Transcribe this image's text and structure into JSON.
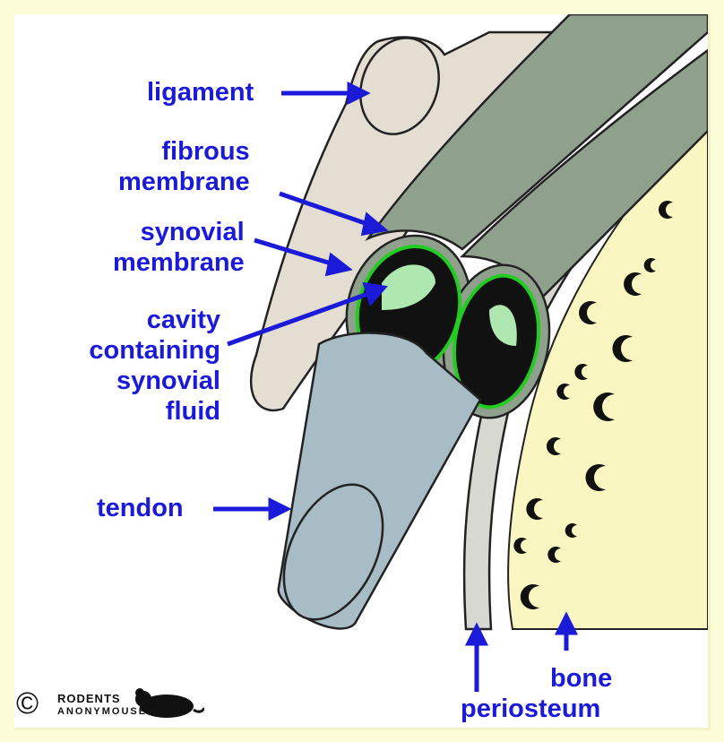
{
  "labels": {
    "ligament": "ligament",
    "fibrous_1": "fibrous",
    "fibrous_2": "membrane",
    "synovial_1": "synovial",
    "synovial_2": "membrane",
    "cavity_1": "cavity",
    "cavity_2": "containing",
    "cavity_3": "synovial",
    "cavity_4": "fluid",
    "tendon": "tendon",
    "bone": "bone",
    "periosteum": "periosteum"
  },
  "credit": {
    "copyright_symbol": "©",
    "line1": "RODENTS",
    "line2": "ANONYMOUSE"
  },
  "colors": {
    "label": "#1a1ad8",
    "ligament": "#e3ddd2",
    "sheath": "#8fa08c",
    "tendon": "#a8bcc6",
    "bone": "#faf6c2",
    "periosteum": "#d8d8d2",
    "synovial": "#22cc22",
    "fluid": "#aee8b0"
  }
}
